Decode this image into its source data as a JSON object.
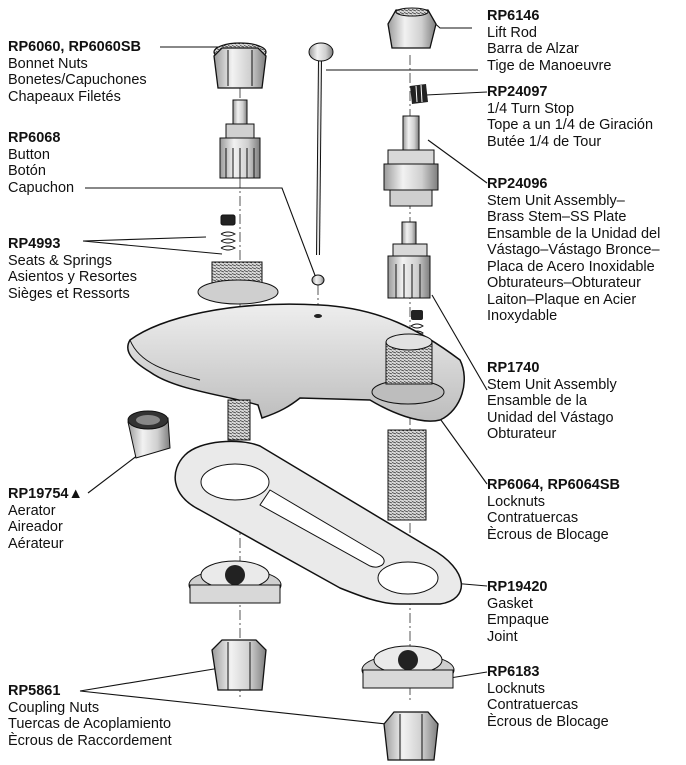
{
  "parts": [
    {
      "id": "rp6060",
      "part": "RP6060, RP6060SB",
      "lines": [
        "Bonnet Nuts",
        "Bonetes/Capuchones",
        "Chapeaux Filetés"
      ]
    },
    {
      "id": "rp6068",
      "part": "RP6068",
      "lines": [
        "Button",
        "Botón",
        "Capuchon"
      ]
    },
    {
      "id": "rp4993",
      "part": "RP4993",
      "lines": [
        "Seats & Springs",
        "Asientos y Resortes",
        "Sièges et Ressorts"
      ]
    },
    {
      "id": "rp19754",
      "part": "RP19754▲",
      "lines": [
        "Aerator",
        "Aireador",
        "Aérateur"
      ]
    },
    {
      "id": "rp5861",
      "part": "RP5861",
      "lines": [
        "Coupling Nuts",
        "Tuercas de Acoplamiento",
        "Ècrous de Raccordement"
      ]
    },
    {
      "id": "rp6146",
      "part": "RP6146",
      "lines": [
        "Lift Rod",
        "Barra de Alzar",
        "Tige de Manoeuvre"
      ]
    },
    {
      "id": "rp24097",
      "part": "RP24097",
      "lines": [
        "1/4 Turn Stop",
        "Tope a un 1/4 de Giración",
        "Butée 1/4 de Tour"
      ]
    },
    {
      "id": "rp24096",
      "part": "RP24096",
      "lines": [
        "Stem Unit Assembly–",
        "Brass Stem–SS Plate",
        "Ensamble de la Unidad del",
        "Vástago–Vástago Bronce–",
        "Placa de Acero Inoxidable",
        "Obturateurs–Obturateur",
        "Laiton–Plaque en Acier",
        "Inoxydable"
      ]
    },
    {
      "id": "rp1740",
      "part": "RP1740",
      "lines": [
        "Stem Unit Assembly",
        "Ensamble de la",
        "Unidad del Vástago",
        "Obturateur"
      ]
    },
    {
      "id": "rp6064",
      "part": "RP6064, RP6064SB",
      "lines": [
        "Locknuts",
        "Contratuercas",
        "Ècrous de Blocage"
      ]
    },
    {
      "id": "rp19420",
      "part": "RP19420",
      "lines": [
        "Gasket",
        "Empaque",
        "Joint"
      ]
    },
    {
      "id": "rp6183",
      "part": "RP6183",
      "lines": [
        "Locknuts",
        "Contratuercas",
        "Ècrous de Blocage"
      ]
    }
  ]
}
